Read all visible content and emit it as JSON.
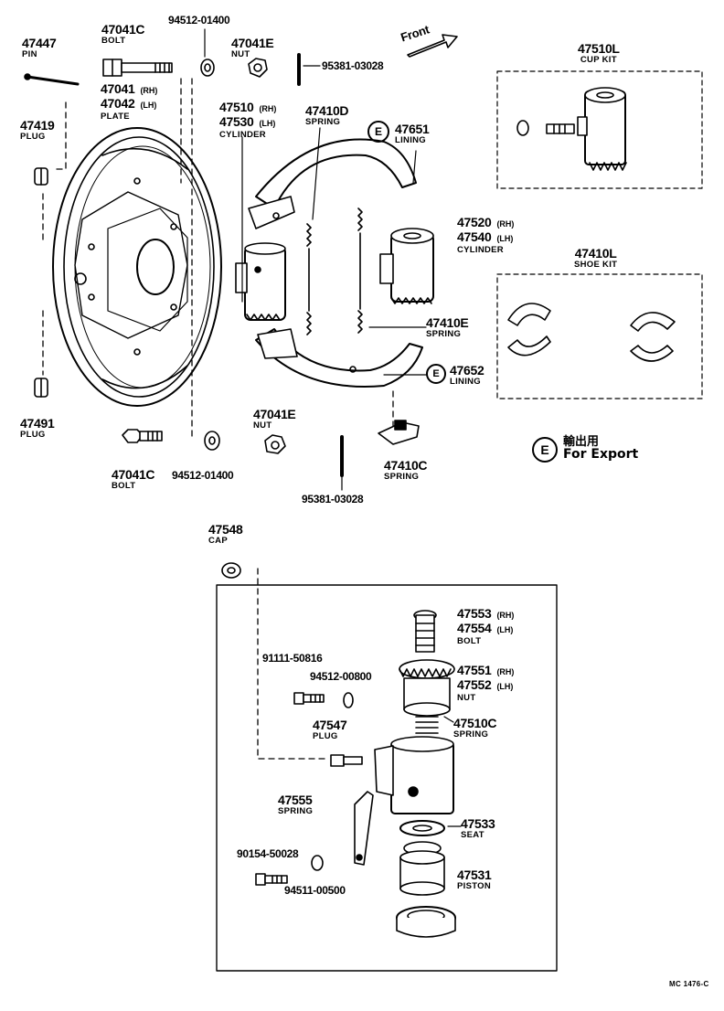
{
  "direction_label": "Front",
  "diagram_code": "MC 1476-C",
  "legend": {
    "symbol": "E",
    "text_jp": "輸出用",
    "text_en": "For Export"
  },
  "parts": {
    "pin_47447": {
      "number": "47447",
      "name": "PIN"
    },
    "bolt_47041c_top": {
      "number": "47041C",
      "name": "BOLT"
    },
    "washer_94512_top": {
      "number": "94512-01400"
    },
    "nut_47041e_top": {
      "number": "47041E",
      "name": "NUT"
    },
    "bleeder_95381_top": {
      "number": "95381-03028"
    },
    "plate": {
      "number_rh": "47041",
      "side_rh": "(RH)",
      "number_lh": "47042",
      "side_lh": "(LH)",
      "name": "PLATE"
    },
    "cylinder_left": {
      "number_rh": "47510",
      "side_rh": "(RH)",
      "number_lh": "47530",
      "side_lh": "(LH)",
      "name": "CYLINDER"
    },
    "spring_47410d": {
      "number": "47410D",
      "name": "SPRING"
    },
    "lining_47651": {
      "badge": "E",
      "number": "47651",
      "name": "LINING"
    },
    "plug_47419": {
      "number": "47419",
      "name": "PLUG"
    },
    "cylinder_right": {
      "number_rh": "47520",
      "side_rh": "(RH)",
      "number_lh": "47540",
      "side_lh": "(LH)",
      "name": "CYLINDER"
    },
    "spring_47410e": {
      "number": "47410E",
      "name": "SPRING"
    },
    "lining_47652": {
      "badge": "E",
      "number": "47652",
      "name": "LINING"
    },
    "plug_47491": {
      "number": "47491",
      "name": "PLUG"
    },
    "nut_47041e_bottom": {
      "number": "47041E",
      "name": "NUT"
    },
    "bolt_47041c_bottom": {
      "number": "47041C",
      "name": "BOLT"
    },
    "washer_94512_bottom": {
      "number": "94512-01400"
    },
    "spring_47410c": {
      "number": "47410C",
      "name": "SPRING"
    },
    "bleeder_95381_bottom": {
      "number": "95381-03028"
    },
    "cup_kit": {
      "number": "47510L",
      "name": "CUP KIT"
    },
    "shoe_kit": {
      "number": "47410L",
      "name": "SHOE KIT"
    },
    "cap_47548": {
      "number": "47548",
      "name": "CAP"
    },
    "bolt_91111": {
      "number": "91111-50816"
    },
    "washer_94512_00800": {
      "number": "94512-00800"
    },
    "plug_47547": {
      "number": "47547",
      "name": "PLUG"
    },
    "spring_47555": {
      "number": "47555",
      "name": "SPRING"
    },
    "bolt_90154": {
      "number": "90154-50028"
    },
    "washer_94511": {
      "number": "94511-00500"
    },
    "adj_bolt": {
      "number_rh": "47553",
      "side_rh": "(RH)",
      "number_lh": "47554",
      "side_lh": "(LH)",
      "name": "BOLT"
    },
    "adj_nut": {
      "number_rh": "47551",
      "side_rh": "(RH)",
      "number_lh": "47552",
      "side_lh": "(LH)",
      "name": "NUT"
    },
    "spring_47510c": {
      "number": "47510C",
      "name": "SPRING"
    },
    "seat_47533": {
      "number": "47533",
      "name": "SEAT"
    },
    "piston_47531": {
      "number": "47531",
      "name": "PISTON"
    }
  }
}
